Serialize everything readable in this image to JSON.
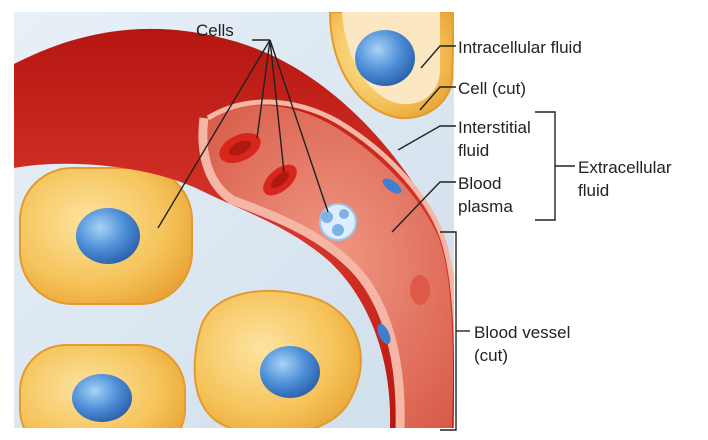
{
  "labels": {
    "cells": "Cells",
    "intracellular_fluid": "Intracellular fluid",
    "cell_cut": "Cell (cut)",
    "interstitial_fluid": [
      "Interstitial",
      "fluid"
    ],
    "blood_plasma": [
      "Blood",
      "plasma"
    ],
    "extracellular_fluid": [
      "Extracellular",
      "fluid"
    ],
    "blood_vessel_cut": [
      "Blood vessel",
      "(cut)"
    ]
  },
  "colors": {
    "interstitial_background": "#dde9f3",
    "vessel_wall": "#c9201c",
    "vessel_lumen": "#e2705f",
    "wall_cut_edge": "#f6b6a6",
    "red_blood_cell": "#d8261d",
    "white_blood_cell": "#dceeff",
    "tissue_cell": "#f2b33b",
    "nucleus": "#3f7fd0",
    "leader_lines": "#222222"
  }
}
